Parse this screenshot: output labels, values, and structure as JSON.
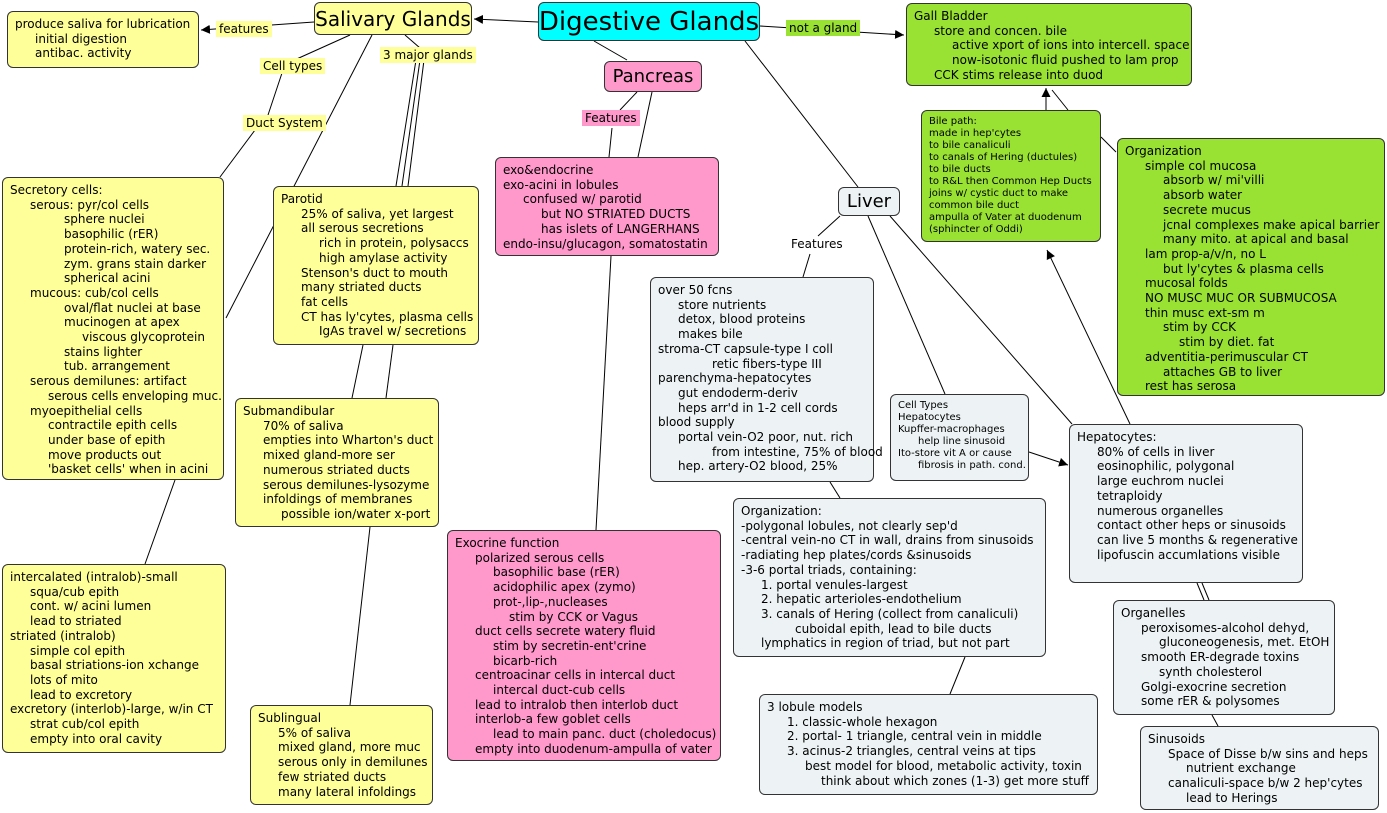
{
  "nodes": {
    "digestive": "Digestive Glands",
    "salivary": "Salivary Glands",
    "pancreas": "Pancreas",
    "liver": "Liver"
  },
  "labels": {
    "features_sal": "features",
    "not_gland": "not a gland",
    "cell_types": "Cell types",
    "three_major": "3 major glands",
    "duct_system": "Duct System",
    "pan_features": "Features",
    "liver_features": "Features"
  },
  "boxes": {
    "saliva_funcs": [
      [
        "produce saliva for lubrication",
        0
      ],
      [
        "initial digestion",
        1
      ],
      [
        "antibac. activity",
        1
      ]
    ],
    "gall": [
      [
        "Gall Bladder",
        0
      ],
      [
        "store and concen. bile",
        1
      ],
      [
        "active xport of ions into intercell. space",
        2
      ],
      [
        "now-isotonic fluid pushed to lam prop",
        2
      ],
      [
        "CCK stims release into duod",
        1
      ]
    ],
    "bile_path": [
      [
        "Bile path:",
        0
      ],
      [
        "made in hep'cytes",
        0
      ],
      [
        "to bile canaliculi",
        0
      ],
      [
        "to canals of Hering (ductules)",
        0
      ],
      [
        "to bile ducts",
        0
      ],
      [
        "to R&L then Common Hep Ducts",
        0
      ],
      [
        "joins w/ cystic duct to make",
        0
      ],
      [
        "common bile duct",
        0
      ],
      [
        "ampulla of Vater at duodenum",
        0
      ],
      [
        "(sphincter of Oddi)",
        0
      ]
    ],
    "gb_org": [
      [
        "Organization",
        0
      ],
      [
        "simple col mucosa",
        1
      ],
      [
        "absorb w/ mi'villi",
        2
      ],
      [
        "absorb water",
        2
      ],
      [
        "secrete mucus",
        2
      ],
      [
        "jcnal complexes make apical barrier",
        2
      ],
      [
        "many mito. at apical and basal",
        2
      ],
      [
        "lam prop-a/v/n, no L",
        1
      ],
      [
        "but ly'cytes & plasma cells",
        2
      ],
      [
        "mucosal folds",
        1
      ],
      [
        "NO MUSC MUC OR SUBMUCOSA",
        1
      ],
      [
        "thin musc ext-sm m",
        1
      ],
      [
        "stim by CCK",
        2
      ],
      [
        "stim by diet. fat",
        3
      ],
      [
        "adventitia-perimuscular CT",
        1
      ],
      [
        "attaches GB to liver",
        2
      ],
      [
        "rest has serosa",
        1
      ]
    ],
    "secretory": [
      [
        "Secretory cells:",
        0
      ],
      [
        "serous: pyr/col cells",
        1
      ],
      [
        "sphere nuclei",
        3
      ],
      [
        "basophilic (rER)",
        3
      ],
      [
        "protein-rich, watery sec.",
        3
      ],
      [
        "zym. grans stain darker",
        3
      ],
      [
        "spherical acini",
        3
      ],
      [
        "mucous: cub/col cells",
        1
      ],
      [
        "oval/flat nuclei at base",
        3
      ],
      [
        "mucinogen at apex",
        3
      ],
      [
        "viscous glycoprotein",
        4
      ],
      [
        "stains lighter",
        3
      ],
      [
        "tub. arrangement",
        3
      ],
      [
        "serous demilunes: artifact",
        1
      ],
      [
        "serous cells enveloping muc.",
        2
      ],
      [
        "myoepithelial cells",
        1
      ],
      [
        "contractile epith cells",
        2
      ],
      [
        "under base of epith",
        2
      ],
      [
        "move products out",
        2
      ],
      [
        "'basket cells' when in acini",
        2
      ]
    ],
    "parotid": [
      [
        "Parotid",
        0
      ],
      [
        "25% of saliva, yet largest",
        1
      ],
      [
        "all serous secretions",
        1
      ],
      [
        "rich in protein, polysaccs",
        2
      ],
      [
        "high amylase activity",
        2
      ],
      [
        "Stenson's duct to mouth",
        1
      ],
      [
        "many striated ducts",
        1
      ],
      [
        "fat cells",
        1
      ],
      [
        "CT has ly'cytes, plasma cells",
        1
      ],
      [
        "IgAs travel w/ secretions",
        2
      ]
    ],
    "submand": [
      [
        "Submandibular",
        0
      ],
      [
        "70% of saliva",
        1
      ],
      [
        "empties into Wharton's duct",
        1
      ],
      [
        "mixed gland-more ser",
        1
      ],
      [
        "numerous striated ducts",
        1
      ],
      [
        "serous demilunes-lysozyme",
        1
      ],
      [
        "infoldings of membranes",
        1
      ],
      [
        "possible ion/water x-port",
        2
      ]
    ],
    "subling": [
      [
        "Sublingual",
        0
      ],
      [
        "5% of saliva",
        1
      ],
      [
        "mixed gland, more muc",
        1
      ],
      [
        "serous only in demilunes",
        1
      ],
      [
        "few striated ducts",
        1
      ],
      [
        "many lateral infoldings",
        1
      ]
    ],
    "ducts": [
      [
        "intercalated (intralob)-small",
        0
      ],
      [
        "squa/cub epith",
        1
      ],
      [
        "cont. w/ acini lumen",
        1
      ],
      [
        "lead to striated",
        1
      ],
      [
        "striated (intralob)",
        0
      ],
      [
        "simple col epith",
        1
      ],
      [
        "basal striations-ion xchange",
        1
      ],
      [
        "lots of mito",
        1
      ],
      [
        "lead to excretory",
        1
      ],
      [
        "excretory (interlob)-large, w/in CT",
        0
      ],
      [
        "strat cub/col epith",
        1
      ],
      [
        "empty into oral cavity",
        1
      ]
    ],
    "pan_feat": [
      [
        "exo&endocrine",
        0
      ],
      [
        "exo-acini in lobules",
        0
      ],
      [
        "confused w/ parotid",
        1
      ],
      [
        "but NO STRIATED DUCTS",
        2
      ],
      [
        "has islets of LANGERHANS",
        2
      ],
      [
        "endo-insu/glucagon, somatostatin",
        0
      ]
    ],
    "exocrine": [
      [
        "Exocrine function",
        0
      ],
      [
        "polarized serous cells",
        1
      ],
      [
        "basophilic base (rER)",
        2
      ],
      [
        "acidophilic apex (zymo)",
        2
      ],
      [
        "prot-,lip-,nucleases",
        2
      ],
      [
        "stim by CCK or Vagus",
        3
      ],
      [
        "duct cells secrete watery fluid",
        1
      ],
      [
        "stim by secretin-ent'crine",
        2
      ],
      [
        "bicarb-rich",
        2
      ],
      [
        "centroacinar cells in intercal duct",
        1
      ],
      [
        "intercal duct-cub cells",
        2
      ],
      [
        "lead to intralob then interlob duct",
        1
      ],
      [
        "interlob-a few goblet cells",
        1
      ],
      [
        "lead to main panc. duct (choledocus)",
        2
      ],
      [
        "empty into duodenum-ampulla of vater",
        1
      ]
    ],
    "liver_feat": [
      [
        "over 50 fcns",
        0
      ],
      [
        "store nutrients",
        1
      ],
      [
        "detox, blood proteins",
        1
      ],
      [
        "makes bile",
        1
      ],
      [
        "stroma-CT capsule-type I coll",
        0
      ],
      [
        "retic fibers-type III",
        3
      ],
      [
        "parenchyma-hepatocytes",
        0
      ],
      [
        "gut endoderm-deriv",
        1
      ],
      [
        "heps arr'd in 1-2 cell cords",
        1
      ],
      [
        "blood supply",
        0
      ],
      [
        "portal vein-O2 poor, nut. rich",
        1
      ],
      [
        "from intestine, 75% of blood",
        3
      ],
      [
        "hep. artery-O2 blood, 25%",
        1
      ]
    ],
    "cell_types_box": [
      [
        "Cell Types",
        0
      ],
      [
        "Hepatocytes",
        0
      ],
      [
        "Kupffer-macrophages",
        0
      ],
      [
        "help line sinusoid",
        1
      ],
      [
        "Ito-store vit A or cause",
        0
      ],
      [
        "fibrosis in path. cond.",
        1
      ]
    ],
    "hepatocytes": [
      [
        "Hepatocytes:",
        0
      ],
      [
        "80% of cells in liver",
        1
      ],
      [
        "eosinophilic, polygonal",
        1
      ],
      [
        "large euchrom nuclei",
        1
      ],
      [
        "tetraploidy",
        1
      ],
      [
        "numerous organelles",
        1
      ],
      [
        "contact other heps or sinusoids",
        1
      ],
      [
        "can live 5 months & regenerative",
        1
      ],
      [
        "lipofuscin accumlations visible",
        1
      ]
    ],
    "liver_org": [
      [
        "Organization:",
        0
      ],
      [
        "-polygonal lobules, not clearly sep'd",
        0
      ],
      [
        "-central vein-no CT in wall, drains from sinusoids",
        0
      ],
      [
        "-radiating hep plates/cords &sinusoids",
        0
      ],
      [
        "-3-6 portal triads, containing:",
        0
      ],
      [
        "1. portal venules-largest",
        1
      ],
      [
        "2. hepatic arterioles-endothelium",
        1
      ],
      [
        "3. canals of Hering (collect from canaliculi)",
        1
      ],
      [
        "cuboidal epith, lead to bile ducts",
        3
      ],
      [
        "lymphatics in region of triad, but not part",
        1
      ]
    ],
    "organelles": [
      [
        "Organelles",
        0
      ],
      [
        "peroxisomes-alcohol dehyd,",
        1
      ],
      [
        "gluconeogenesis, met. EtOH",
        2
      ],
      [
        "smooth ER-degrade toxins",
        1
      ],
      [
        "synth cholesterol",
        2
      ],
      [
        "Golgi-exocrine secretion",
        1
      ],
      [
        "some rER & polysomes",
        1
      ]
    ],
    "lobule": [
      [
        "3 lobule models",
        0
      ],
      [
        "1. classic-whole hexagon",
        1
      ],
      [
        "2. portal- 1 triangle, central vein in middle",
        1
      ],
      [
        "3. acinus-2 triangles, central veins at tips",
        1
      ],
      [
        "best model for blood, metabolic activity, toxin",
        2
      ],
      [
        "think about which zones (1-3) get more stuff",
        3
      ]
    ],
    "sinusoids": [
      [
        "Sinusoids",
        0
      ],
      [
        "Space of Disse b/w sins and heps",
        1
      ],
      [
        "nutrient exchange",
        2
      ],
      [
        "canaliculi-space b/w 2 hep'cytes",
        1
      ],
      [
        "lead to Herings",
        2
      ]
    ]
  },
  "colors": {
    "salivary": "#ffff99",
    "gall": "#99e233",
    "pancreas": "#ff99cc",
    "liver": "#edf3f5",
    "root": "#00ffff"
  }
}
